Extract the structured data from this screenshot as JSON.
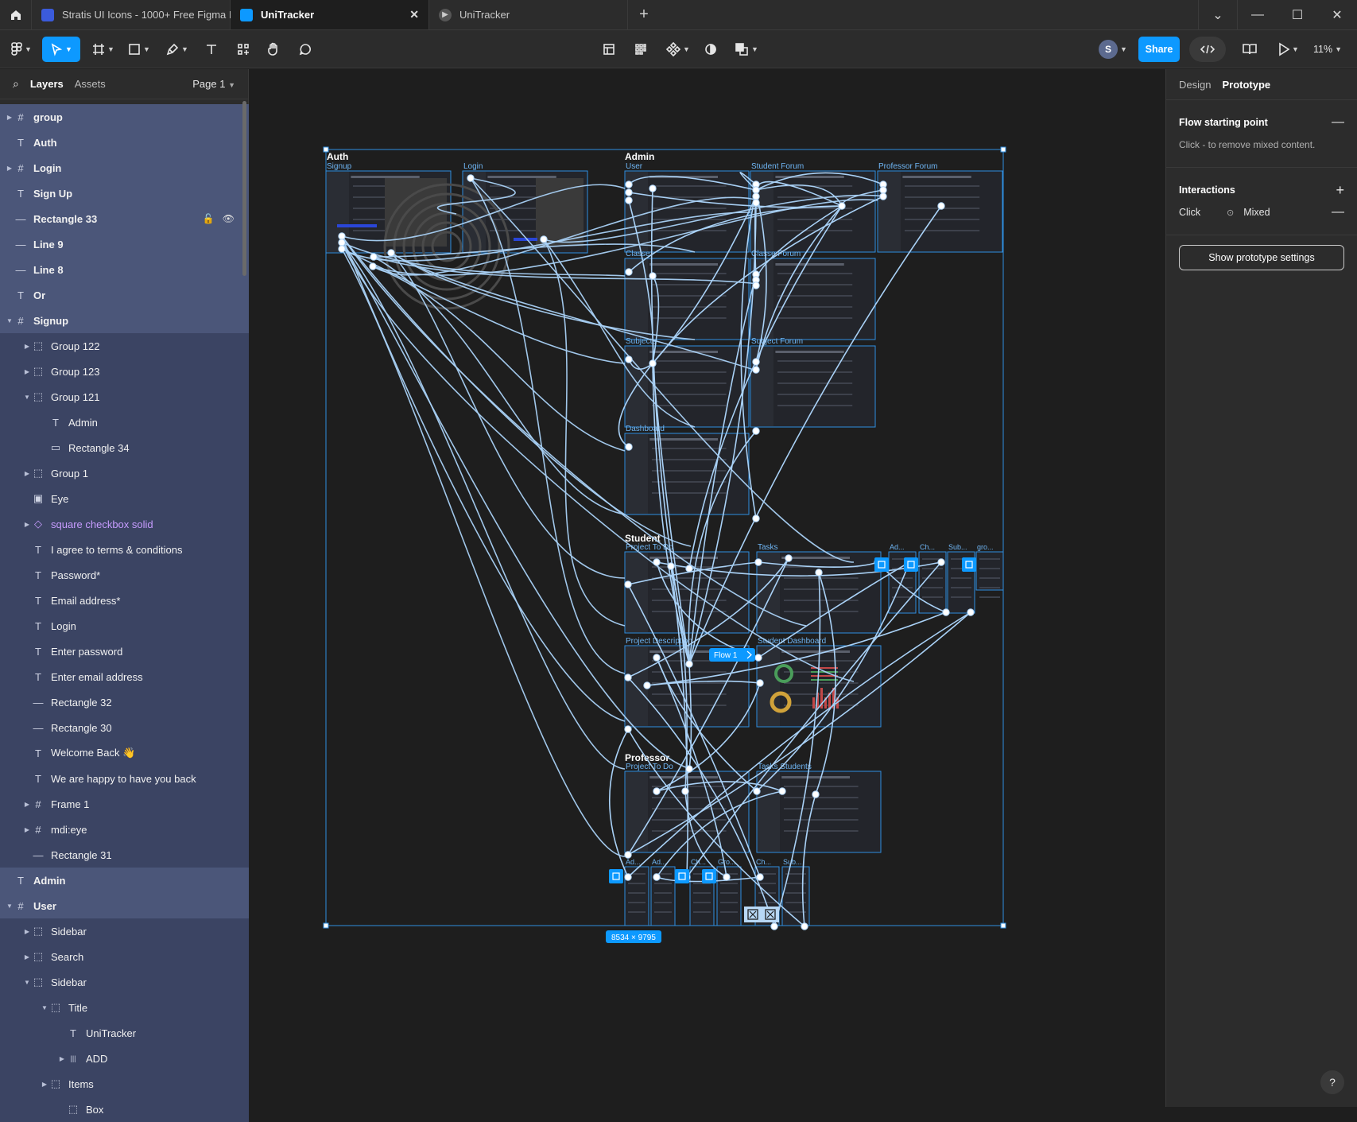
{
  "tabs": [
    {
      "label": "Stratis UI Icons - 1000+ Free Figma I",
      "active": false
    },
    {
      "label": "UniTracker",
      "active": true
    },
    {
      "label": "UniTracker",
      "active": false
    }
  ],
  "toolbar": {
    "user_initial": "S",
    "share_label": "Share",
    "zoom": "11%"
  },
  "left_panel": {
    "tab_layers": "Layers",
    "tab_assets": "Assets",
    "page": "Page 1",
    "layers": [
      {
        "label": "group",
        "icon": "frame-icon",
        "indent": 0,
        "arrow": "right",
        "state": "sel1"
      },
      {
        "label": "Auth",
        "icon": "text-icon",
        "indent": 0,
        "arrow": "",
        "state": "sel1"
      },
      {
        "label": "Login",
        "icon": "frame-icon",
        "indent": 0,
        "arrow": "right",
        "state": "sel1"
      },
      {
        "label": "Sign Up",
        "icon": "text-icon",
        "indent": 0,
        "arrow": "",
        "state": "sel1"
      },
      {
        "label": "Rectangle 33",
        "icon": "line-icon",
        "indent": 0,
        "arrow": "",
        "state": "sel1"
      },
      {
        "label": "Line 9",
        "icon": "line-icon",
        "indent": 0,
        "arrow": "",
        "state": "sel1"
      },
      {
        "label": "Line 8",
        "icon": "line-icon",
        "indent": 0,
        "arrow": "",
        "state": "sel1"
      },
      {
        "label": "Or",
        "icon": "text-icon",
        "indent": 0,
        "arrow": "",
        "state": "sel1"
      },
      {
        "label": "Signup",
        "icon": "frame-icon",
        "indent": 0,
        "arrow": "down",
        "state": "sel1"
      },
      {
        "label": "Group 122",
        "icon": "group-icon",
        "indent": 1,
        "arrow": "right",
        "state": "sel2"
      },
      {
        "label": "Group 123",
        "icon": "group-icon",
        "indent": 1,
        "arrow": "right",
        "state": "sel2"
      },
      {
        "label": "Group 121",
        "icon": "group-icon",
        "indent": 1,
        "arrow": "down",
        "state": "sel2"
      },
      {
        "label": "Admin",
        "icon": "text-icon",
        "indent": 2,
        "arrow": "",
        "state": "sel2"
      },
      {
        "label": "Rectangle 34",
        "icon": "rect-icon",
        "indent": 2,
        "arrow": "",
        "state": "sel2"
      },
      {
        "label": "Group 1",
        "icon": "group-icon",
        "indent": 1,
        "arrow": "right",
        "state": "sel2"
      },
      {
        "label": "Eye",
        "icon": "image-icon",
        "indent": 1,
        "arrow": "",
        "state": "sel2"
      },
      {
        "label": "square checkbox solid",
        "icon": "component-icon",
        "indent": 1,
        "arrow": "right",
        "state": "sel2",
        "purple": true
      },
      {
        "label": "I agree to terms & conditions",
        "icon": "text-icon",
        "indent": 1,
        "arrow": "",
        "state": "sel2"
      },
      {
        "label": "Password*",
        "icon": "text-icon",
        "indent": 1,
        "arrow": "",
        "state": "sel2"
      },
      {
        "label": "Email address*",
        "icon": "text-icon",
        "indent": 1,
        "arrow": "",
        "state": "sel2"
      },
      {
        "label": "Login",
        "icon": "text-icon",
        "indent": 1,
        "arrow": "",
        "state": "sel2"
      },
      {
        "label": "Enter password",
        "icon": "text-icon",
        "indent": 1,
        "arrow": "",
        "state": "sel2"
      },
      {
        "label": "Enter email address",
        "icon": "text-icon",
        "indent": 1,
        "arrow": "",
        "state": "sel2"
      },
      {
        "label": "Rectangle 32",
        "icon": "line-icon",
        "indent": 1,
        "arrow": "",
        "state": "sel2"
      },
      {
        "label": "Rectangle 30",
        "icon": "line-icon",
        "indent": 1,
        "arrow": "",
        "state": "sel2"
      },
      {
        "label": "Welcome Back 👋",
        "icon": "text-icon",
        "indent": 1,
        "arrow": "",
        "state": "sel2"
      },
      {
        "label": "We are happy to have you back",
        "icon": "text-icon",
        "indent": 1,
        "arrow": "",
        "state": "sel2"
      },
      {
        "label": "Frame 1",
        "icon": "frame-icon",
        "indent": 1,
        "arrow": "right",
        "state": "sel2"
      },
      {
        "label": "mdi:eye",
        "icon": "frame-icon",
        "indent": 1,
        "arrow": "right",
        "state": "sel2"
      },
      {
        "label": "Rectangle 31",
        "icon": "line-icon",
        "indent": 1,
        "arrow": "",
        "state": "sel2"
      },
      {
        "label": "Admin",
        "icon": "text-icon",
        "indent": 0,
        "arrow": "",
        "state": "sel1"
      },
      {
        "label": "User",
        "icon": "frame-icon",
        "indent": 0,
        "arrow": "down",
        "state": "sel1"
      },
      {
        "label": "Sidebar",
        "icon": "group-icon",
        "indent": 1,
        "arrow": "right",
        "state": "sel2"
      },
      {
        "label": "Search",
        "icon": "group-icon",
        "indent": 1,
        "arrow": "right",
        "state": "sel2"
      },
      {
        "label": "Sidebar",
        "icon": "group-icon",
        "indent": 1,
        "arrow": "down",
        "state": "sel2"
      },
      {
        "label": "Title",
        "icon": "group-icon",
        "indent": 2,
        "arrow": "down",
        "state": "sel2"
      },
      {
        "label": "UniTracker",
        "icon": "text-icon",
        "indent": 3,
        "arrow": "",
        "state": "sel2"
      },
      {
        "label": "ADD",
        "icon": "autolayout-icon",
        "indent": 3,
        "arrow": "right",
        "state": "sel2"
      },
      {
        "label": "Items",
        "icon": "group-icon",
        "indent": 2,
        "arrow": "right",
        "state": "sel2"
      },
      {
        "label": "Box",
        "icon": "group-icon",
        "indent": 3,
        "arrow": "",
        "state": "sel2"
      }
    ]
  },
  "canvas": {
    "sections": [
      {
        "id": "auth",
        "label": "Auth"
      },
      {
        "id": "admin",
        "label": "Admin"
      },
      {
        "id": "student",
        "label": "Student"
      },
      {
        "id": "professor",
        "label": "Professor"
      }
    ],
    "frames": [
      {
        "id": "signup",
        "label": "Signup"
      },
      {
        "id": "login",
        "label": "Login"
      },
      {
        "id": "user",
        "label": "User"
      },
      {
        "id": "student-forum",
        "label": "Student Forum"
      },
      {
        "id": "professor-forum",
        "label": "Professor Forum"
      },
      {
        "id": "classe",
        "label": "Classe"
      },
      {
        "id": "classe-forum",
        "label": "Classe Forum"
      },
      {
        "id": "subjects",
        "label": "Subjects"
      },
      {
        "id": "subject-forum",
        "label": "Subject Forum"
      },
      {
        "id": "dashboard",
        "label": "Dashboard"
      },
      {
        "id": "s-project-todo",
        "label": "Project To Do"
      },
      {
        "id": "s-tasks",
        "label": "Tasks"
      },
      {
        "id": "s-ad",
        "label": "Ad..."
      },
      {
        "id": "s-ch",
        "label": "Ch..."
      },
      {
        "id": "s-sub",
        "label": "Sub..."
      },
      {
        "id": "s-gro",
        "label": "gro..."
      },
      {
        "id": "s-project-desc",
        "label": "Project Description"
      },
      {
        "id": "s-dashboard",
        "label": "Student Dashboard"
      },
      {
        "id": "p-project-todo",
        "label": "Project To Do"
      },
      {
        "id": "p-tasks",
        "label": "Tasks Students"
      },
      {
        "id": "p-ad1",
        "label": "Ad..."
      },
      {
        "id": "p-ad2",
        "label": "Ad..."
      },
      {
        "id": "p-ch1",
        "label": "Ch..."
      },
      {
        "id": "p-gro",
        "label": "Gro..."
      },
      {
        "id": "p-ch2",
        "label": "Ch..."
      },
      {
        "id": "p-sub",
        "label": "Sub..."
      }
    ],
    "flow_label": "Flow 1",
    "dimensions": "8534 × 9795"
  },
  "right_panel": {
    "tab_design": "Design",
    "tab_prototype": "Prototype",
    "flow_title": "Flow starting point",
    "flow_note": "Click - to remove mixed content.",
    "interactions_title": "Interactions",
    "trigger": "Click",
    "action": "Mixed",
    "settings_button": "Show prototype settings"
  },
  "colors": {
    "accent": "#0d99ff",
    "selection": "#4b5679",
    "connector": "#a9d1f6",
    "frame_outline": "#2f8fe0"
  }
}
